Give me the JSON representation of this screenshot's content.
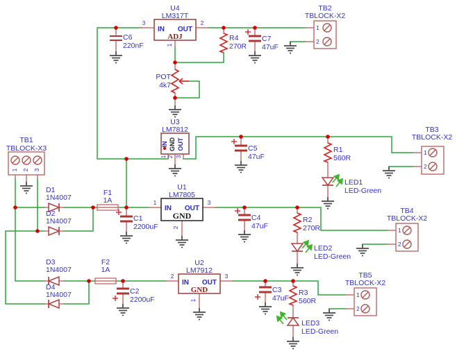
{
  "colors": {
    "wire_green": "#2ca23c",
    "pin_red": "#c47070",
    "component_red": "#b04040",
    "resistor_red": "#cd2727",
    "label_blue": "#3232c8",
    "serif_dark_red": "#8b2020",
    "junction_red": "#d40000",
    "ground_gray": "#474747",
    "led_arrow_green": "#3fb32c",
    "background": "#ffffff"
  },
  "components": {
    "u1": {
      "ref": "U1",
      "part": "LM7805",
      "pin_labels": {
        "in": "IN",
        "out": "OUT",
        "gnd": "GND"
      },
      "pin_nums": {
        "in": "1",
        "out": "3",
        "gnd": "2"
      }
    },
    "u2": {
      "ref": "U2",
      "part": "LM7912",
      "pin_labels": {
        "in": "IN",
        "out": "OUT",
        "gnd": "GND"
      },
      "pin_nums": {
        "in": "2",
        "out": "3",
        "gnd": "1"
      }
    },
    "u3": {
      "ref": "U3",
      "part": "LM7812",
      "pin_labels": {
        "in": "IN",
        "gnd": "GND",
        "out": "OUT"
      },
      "pin_nums": {
        "in": "1",
        "gnd": "2",
        "out": "3"
      }
    },
    "u4": {
      "ref": "U4",
      "part": "LM317T",
      "pin_labels": {
        "in": "IN",
        "out": "OUT",
        "adj": "ADJ"
      },
      "pin_nums": {
        "in": "3",
        "out": "2",
        "adj": "1"
      }
    },
    "pot": {
      "ref": "POT",
      "value": "4k7"
    },
    "r1": {
      "ref": "R1",
      "value": "560R"
    },
    "r2": {
      "ref": "R2",
      "value": "270R"
    },
    "r3": {
      "ref": "R3",
      "value": "560R"
    },
    "r4": {
      "ref": "R4",
      "value": "270R"
    },
    "c1": {
      "ref": "C1",
      "value": "2200uF"
    },
    "c2": {
      "ref": "C2",
      "value": "2200uF"
    },
    "c3": {
      "ref": "C3",
      "value": "47uF"
    },
    "c4": {
      "ref": "C4",
      "value": "47uF"
    },
    "c5": {
      "ref": "C5",
      "value": "47uF"
    },
    "c6": {
      "ref": "C6",
      "value": "220nF"
    },
    "c7": {
      "ref": "C7",
      "value": "47uF"
    },
    "d1": {
      "ref": "D1",
      "value": "1N4007"
    },
    "d2": {
      "ref": "D2",
      "value": "1N4007"
    },
    "d3": {
      "ref": "D3",
      "value": "1N4007"
    },
    "d4": {
      "ref": "D4",
      "value": "1N4007"
    },
    "f1": {
      "ref": "F1",
      "value": "1A"
    },
    "f2": {
      "ref": "F2",
      "value": "1A"
    },
    "led1": {
      "ref": "LED1",
      "value": "LED-Green"
    },
    "led2": {
      "ref": "LED2",
      "value": "LED-Green"
    },
    "led3": {
      "ref": "LED3",
      "value": "LED-Green"
    },
    "tb1": {
      "ref": "TB1",
      "value": "TBLOCK-X3",
      "pins": [
        "1",
        "2",
        "3"
      ]
    },
    "tb2": {
      "ref": "TB2",
      "value": "TBLOCK-X2",
      "pins": [
        "1",
        "2"
      ]
    },
    "tb3": {
      "ref": "TB3",
      "value": "TBLOCK-X2",
      "pins": [
        "1",
        "2"
      ]
    },
    "tb4": {
      "ref": "TB4",
      "value": "TBLOCK-X2",
      "pins": [
        "1",
        "2"
      ]
    },
    "tb5": {
      "ref": "TB5",
      "value": "TBLOCK-X2",
      "pins": [
        "1",
        "2"
      ]
    }
  }
}
